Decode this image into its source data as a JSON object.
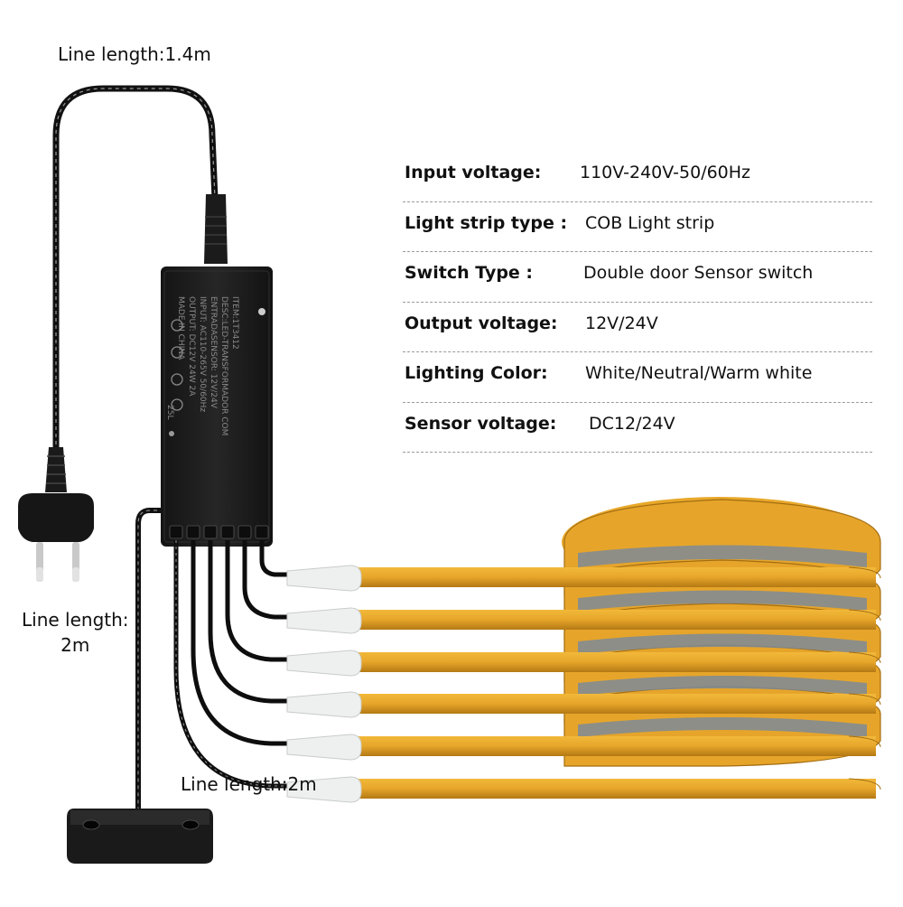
{
  "captions": {
    "power_cable_length": "Line length:1.4m",
    "sensor_cable_length_label": "Line length:",
    "sensor_cable_length_value": "2m",
    "strip_cable_length": "Line length:2m"
  },
  "specs": [
    {
      "label": "Input voltage:",
      "value": "110V-240V-50/60Hz"
    },
    {
      "label": "Light strip type :",
      "value": "COB Light strip"
    },
    {
      "label": "Switch Type :",
      "value": "Double door Sensor switch"
    },
    {
      "label": "Output voltage:",
      "value": "12V/24V"
    },
    {
      "label": "Lighting Color:",
      "value": "White/Neutral/Warm white"
    },
    {
      "label": "Sensor voltage:",
      "value": "DC12/24V"
    }
  ],
  "transformer_label": {
    "item": "ITEM:1T3412",
    "desc": "DESC:LED-TRANSFORMADOR COM",
    "sensor": "ENTRADASENSOR: 12V/24V",
    "input": "INPUT: AC110-265V 50/60Hz",
    "output": "OUTPUT: DC12V 24W 2A",
    "origin": "MADE IN CHINA",
    "code": "25L"
  },
  "colors": {
    "strip_gold": "#e6a52a",
    "strip_dark": "#b47914",
    "strip_reel_blue": "#3d7fc8",
    "device_black": "#1b1b1b"
  }
}
